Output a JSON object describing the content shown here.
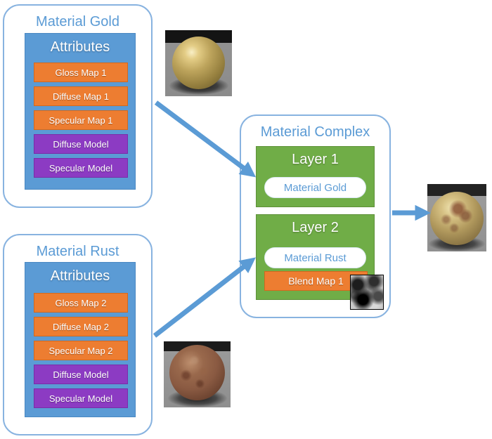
{
  "colors": {
    "accent_blue": "#5b9bd5",
    "container_border": "#88b3e0",
    "orange": "#ed7d31",
    "purple": "#8c3bc3",
    "green": "#70ad47",
    "arrow": "#5b9bd5"
  },
  "gold": {
    "title": "Material Gold",
    "attributes_header": "Attributes",
    "map_items": [
      "Gloss Map 1",
      "Diffuse Map 1",
      "Specular Map 1"
    ],
    "model_items": [
      "Diffuse Model",
      "Specular Model"
    ]
  },
  "rust": {
    "title": "Material Rust",
    "attributes_header": "Attributes",
    "map_items": [
      "Gloss Map 2",
      "Diffuse Map 2",
      "Specular Map 2"
    ],
    "model_items": [
      "Diffuse Model",
      "Specular Model"
    ]
  },
  "complex": {
    "title": "Material Complex",
    "layer1": {
      "title": "Layer 1",
      "material_ref": "Material Gold"
    },
    "layer2": {
      "title": "Layer 2",
      "material_ref": "Material Rust",
      "blend_map": "Blend Map 1"
    }
  },
  "images": {
    "gold_sphere": "gold-material-sphere-preview",
    "rust_sphere": "rust-material-sphere-preview",
    "result_sphere": "combined-material-sphere-preview",
    "blend_texture": "blend-map-noise-texture"
  },
  "connections": [
    {
      "from": "material-gold-group",
      "to": "layer-1"
    },
    {
      "from": "material-rust-group",
      "to": "layer-2"
    },
    {
      "from": "material-complex-group",
      "to": "result-sphere-preview"
    }
  ]
}
